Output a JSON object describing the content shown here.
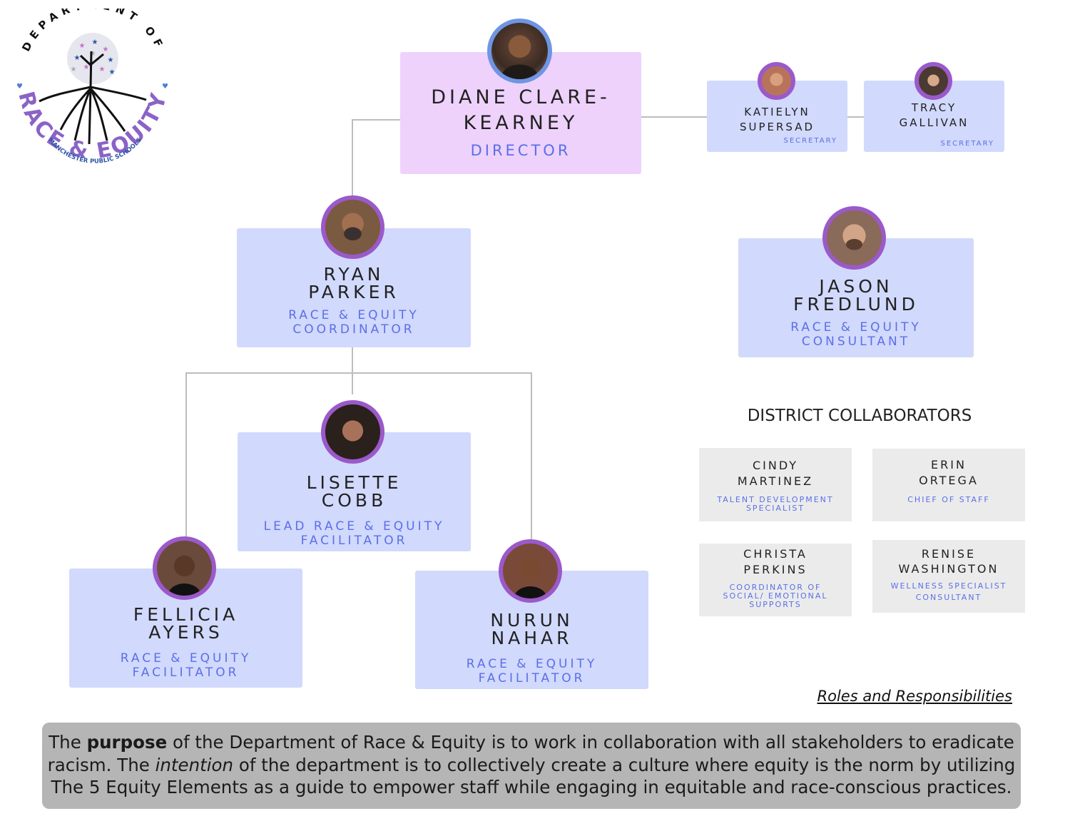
{
  "logo": {
    "top_arc": "DEPARTMENT OF",
    "main_arc": "RACE & EQUITY",
    "bottom_arc": "MANCHESTER PUBLIC SCHOOLS"
  },
  "colors": {
    "box": "#d1d9fc",
    "director_box": "#eed2fb",
    "title": "#5b6fe8",
    "avatar_border": "#9b59c9",
    "collab_box": "#ebebeb",
    "purpose_box": "#b5b5b5"
  },
  "director": {
    "name_line1": "Diane Clare-",
    "name_line2": "Kearney",
    "title": "Director"
  },
  "secretaries": [
    {
      "name_line1": "Katielyn",
      "name_line2": "Supersad",
      "title": "Secretary"
    },
    {
      "name_line1": "Tracy",
      "name_line2": "Gallivan",
      "title": "Secretary"
    }
  ],
  "coordinator": {
    "name_line1": "Ryan",
    "name_line2": "Parker",
    "title_line1": "Race & Equity",
    "title_line2": "Coordinator"
  },
  "consultant": {
    "name_line1": "Jason",
    "name_line2": "Fredlund",
    "title_line1": "Race & Equity",
    "title_line2": "Consultant"
  },
  "lead_facilitator": {
    "name_line1": "Lisette",
    "name_line2": "Cobb",
    "title_line1": "Lead Race & Equity",
    "title_line2": "Facilitator"
  },
  "facilitators": [
    {
      "name_line1": "Fellicia",
      "name_line2": "Ayers",
      "title_line1": "Race & Equity",
      "title_line2": "Facilitator"
    },
    {
      "name_line1": "Nurun",
      "name_line2": "Nahar",
      "title_line1": "Race & Equity",
      "title_line2": "Facilitator"
    }
  ],
  "collaborators": {
    "heading": "DISTRICT COLLABORATORS",
    "people": [
      {
        "name_line1": "Cindy",
        "name_line2": "Martinez",
        "title_line1": "Talent Development",
        "title_line2": "Specialist"
      },
      {
        "name_line1": "Erin",
        "name_line2": "Ortega",
        "title_line1": "Chief of Staff"
      },
      {
        "name_line1": "Christa",
        "name_line2": "Perkins",
        "title_line1": "Coordinator of",
        "title_line2": "Social/ Emotional",
        "title_line3": "Supports"
      },
      {
        "name_line1": "Renise",
        "name_line2": "Washington",
        "title_line1": "Wellness Specialist",
        "title_line2": "Consultant"
      }
    ]
  },
  "roles_link": "Roles and Responsibilities",
  "purpose": {
    "p1": "The ",
    "b1": "purpose",
    "p2": " of the Department of Race & Equity is to work in collaboration with all stakeholders to eradicate racism. The ",
    "i1": "intention",
    "p3": " of the department is to collectively create a culture where equity is the norm by utilizing The 5 Equity Elements as a guide to empower staff while engaging in equitable and race-conscious practices."
  }
}
